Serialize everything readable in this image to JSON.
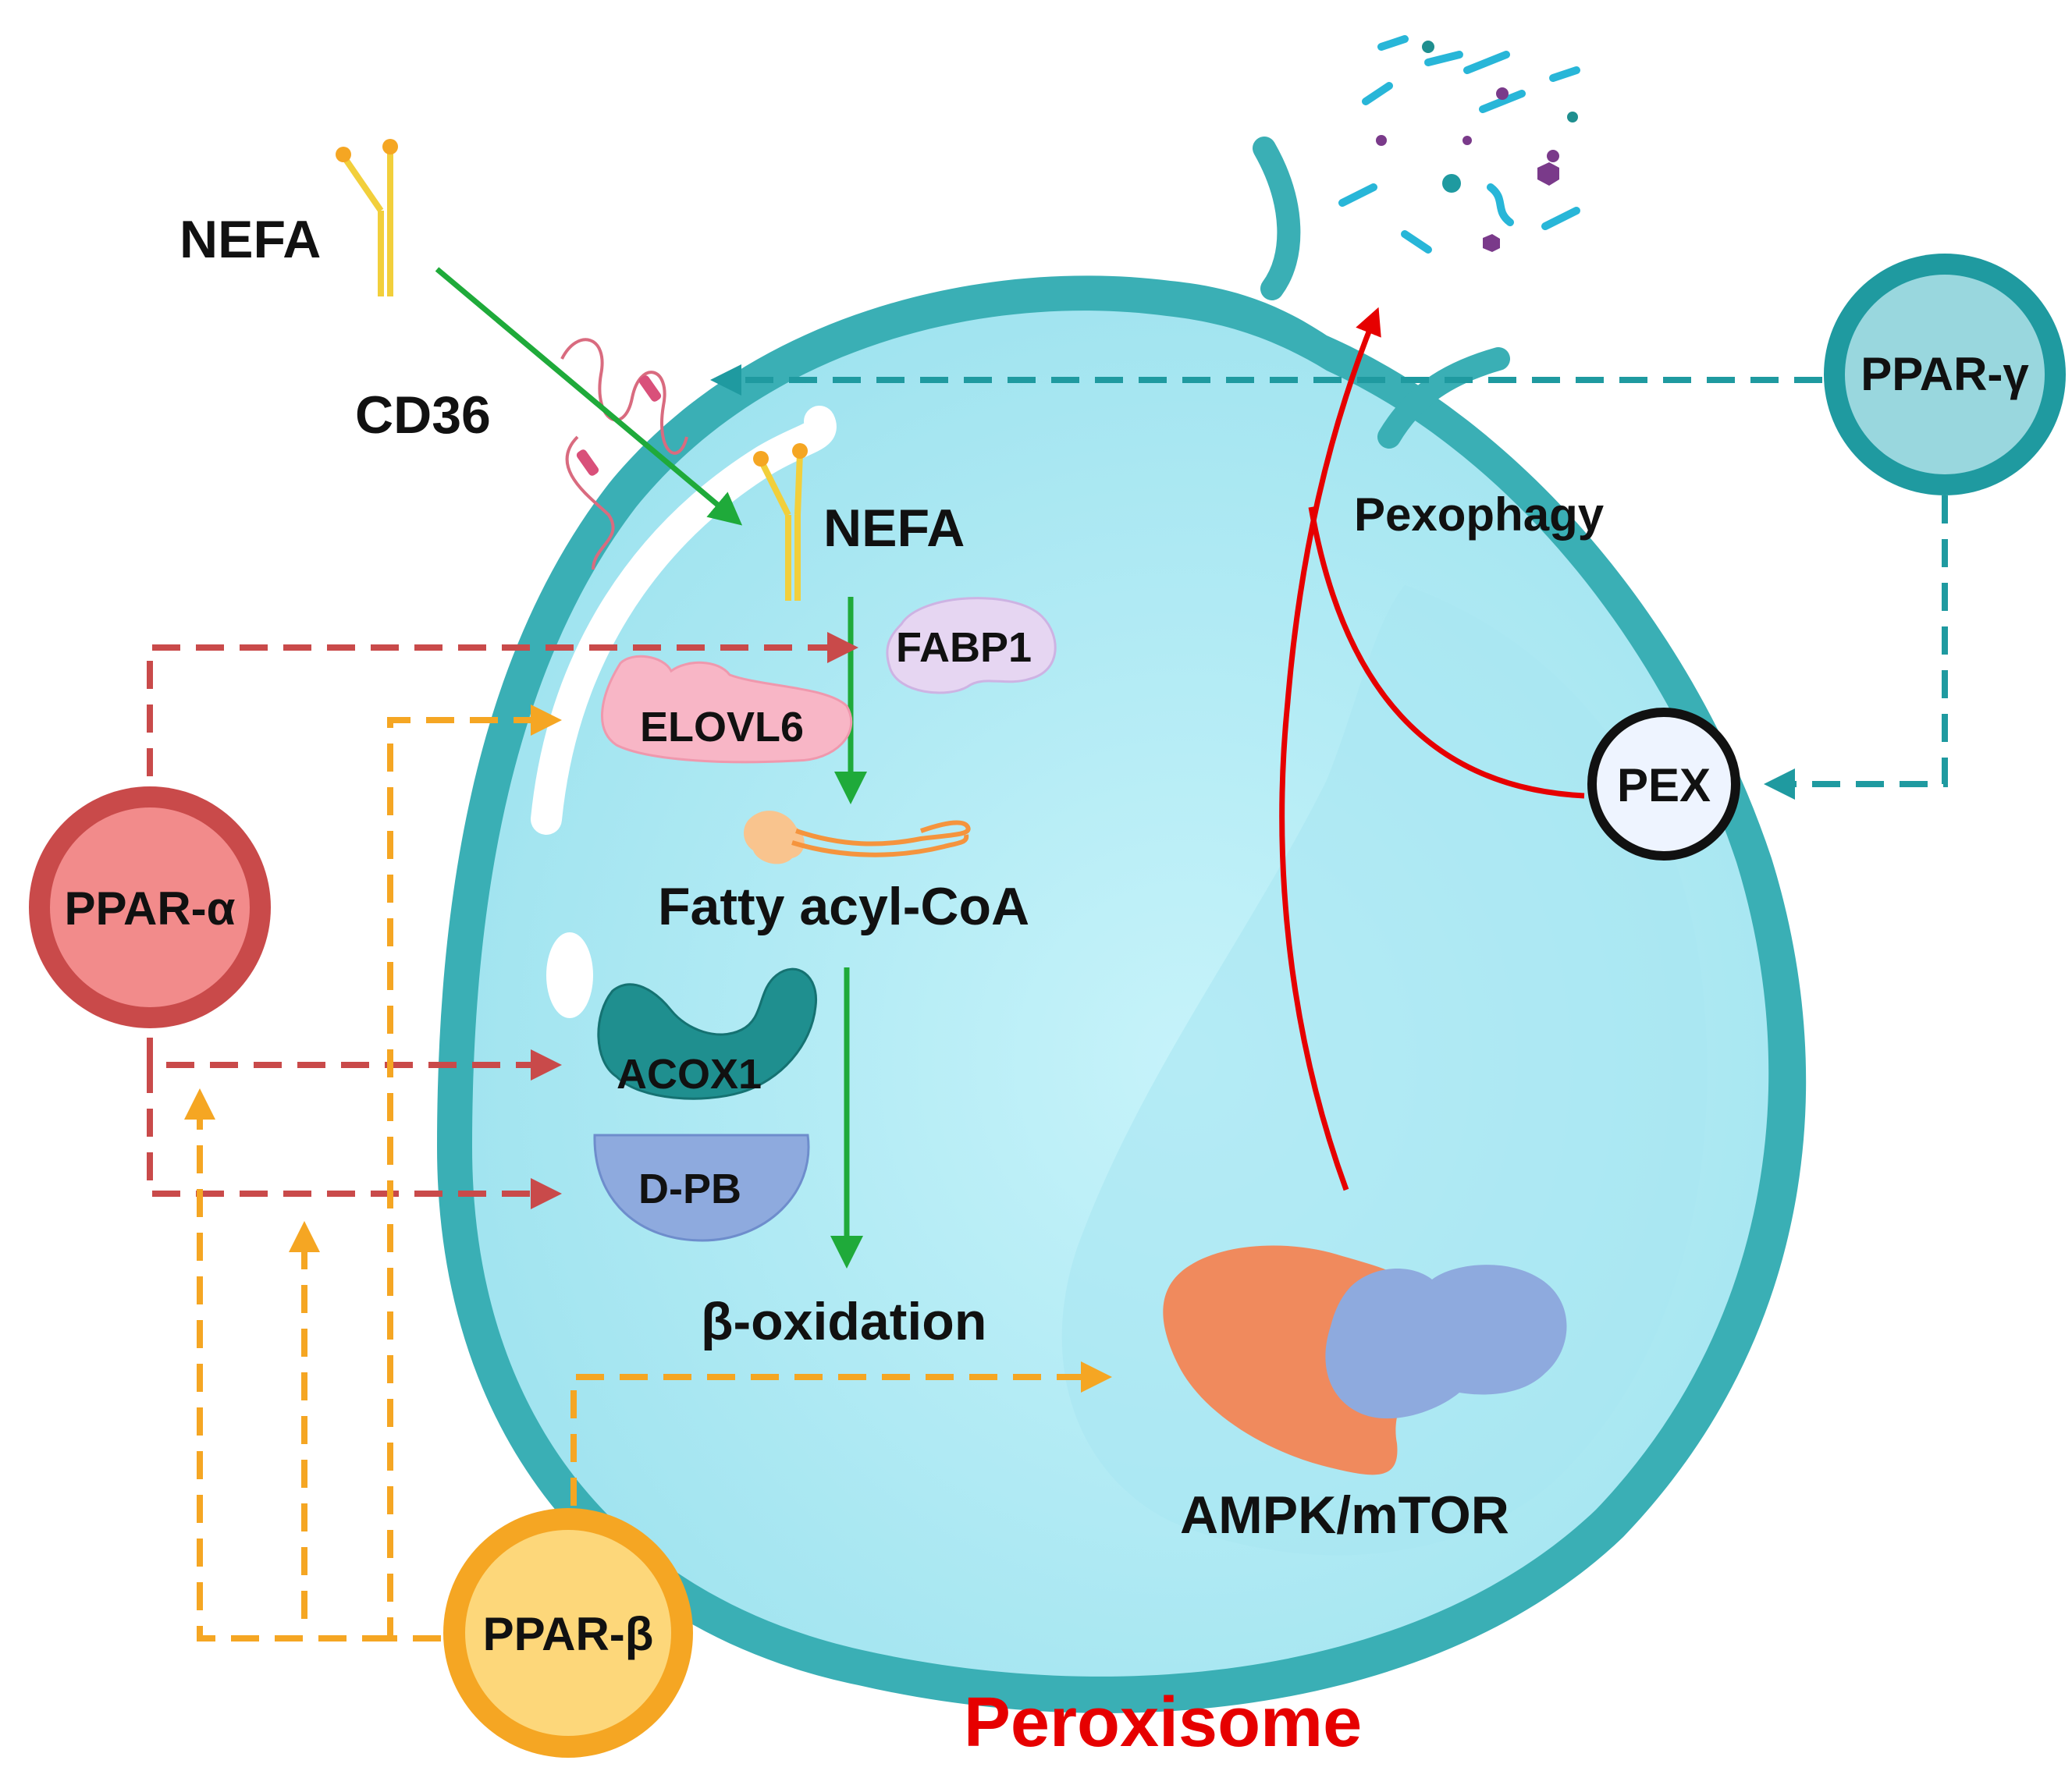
{
  "labels": {
    "nefa_outer": "NEFA",
    "cd36": "CD36",
    "nefa_inner": "NEFA",
    "fabp1": "FABP1",
    "elovl6": "ELOVL6",
    "fatty_acyl_coa": "Fatty acyl-CoA",
    "acox1": "ACOX1",
    "dpb": "D-PB",
    "beta_oxidation": "β-oxidation",
    "ampk_mtor": "AMPK/mTOR",
    "pexophagy": "Pexophagy",
    "pex": "PEX",
    "ppar_alpha": "PPAR-α",
    "ppar_beta": "PPAR-β",
    "ppar_gamma": "PPAR-γ",
    "caption": "Peroxisome"
  },
  "colors": {
    "ppar_alpha": "#c94a4a",
    "ppar_beta": "#f5a623",
    "ppar_gamma": "#1f9aa0",
    "flow_green": "#1faa3a",
    "pexophagy_red": "#e60000",
    "membrane": "#3aafb5",
    "lumen": "#aeeaf3"
  }
}
